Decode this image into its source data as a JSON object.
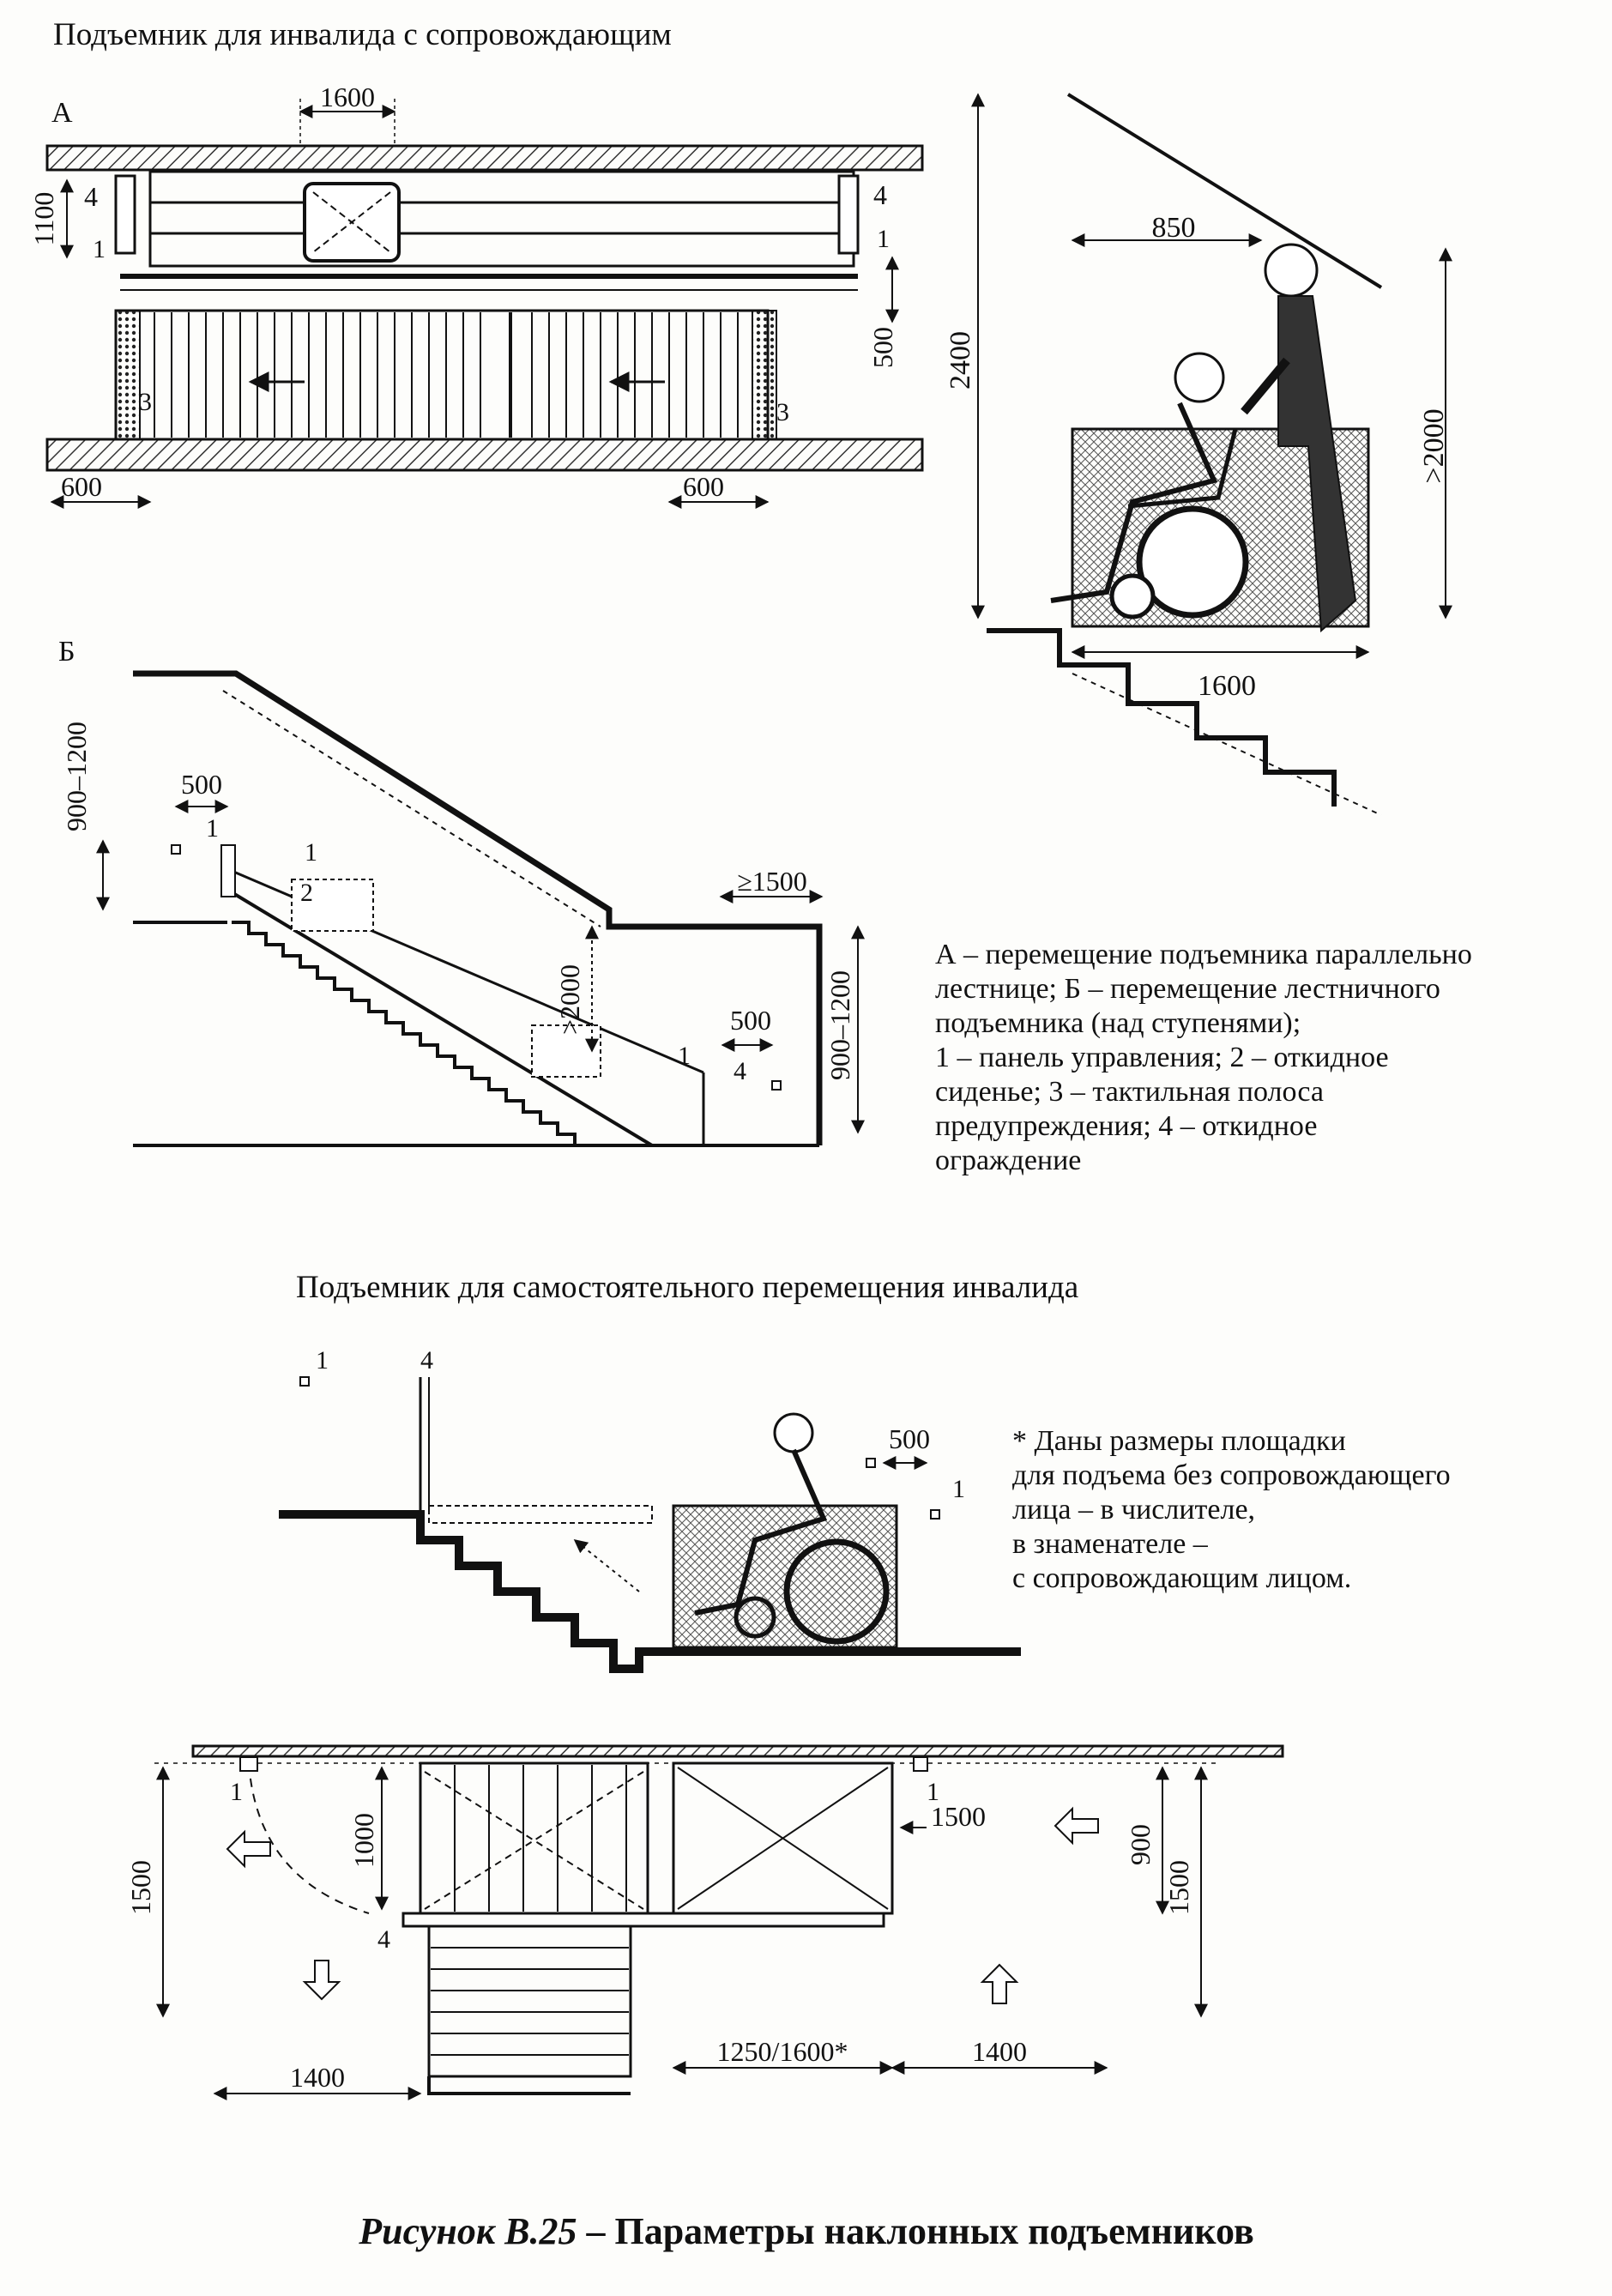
{
  "section1": {
    "title": "Подъемник для инвалида с сопровождающим",
    "plan_label": "А",
    "section_label": "Б"
  },
  "planA": {
    "dim_top": "1600",
    "dim_height": "1100",
    "dim_gap": "500",
    "dim_left": "600",
    "dim_right": "600",
    "mark_4": "4",
    "mark_1": "1",
    "mark_3": "3"
  },
  "sideView": {
    "dim_850": "850",
    "dim_2400": "2400",
    "dim_2000": ">2000",
    "dim_1600": "1600"
  },
  "sectionB": {
    "dim_900_1200_left": "900–1200",
    "dim_500_top": "500",
    "dim_1500": "≥1500",
    "dim_2000": ">2000",
    "dim_500_bottom": "500",
    "dim_900_1200_right": "900–1200",
    "mark_1": "1",
    "mark_2": "2",
    "mark_4": "4"
  },
  "legend": [
    "А – перемещение подъемника параллельно",
    "лестнице; Б – перемещение лестничного",
    "подъемника (над ступенями);",
    "1 – панель управления; 2 – откидное",
    "сиденье; 3 – тактильная полоса",
    "предупреждения; 4 – откидное",
    "ограждение"
  ],
  "section2": {
    "title": "Подъемник для самостоятельного перемещения инвалида"
  },
  "selfLift": {
    "mark_1_left": "1",
    "mark_4": "4",
    "dim_500": "500",
    "mark_1_right": "1"
  },
  "note": [
    "* Даны размеры площадки",
    "для подъема без сопровождающего",
    "лица – в числителе,",
    "в знаменателе –",
    "с сопровождающим лицом."
  ],
  "planBottom": {
    "mark_1_left": "1",
    "mark_1_right": "1",
    "mark_4": "4",
    "dim_1000": "1000",
    "dim_1500_left": "1500",
    "dim_1500_arrow": "1500",
    "dim_900": "900",
    "dim_1500_right": "1500",
    "dim_1400_left": "1400",
    "dim_1250_1600": "1250/1600*",
    "dim_1400_right": "1400"
  },
  "caption": {
    "figure": "Рисунок В.25",
    "dash": " – ",
    "text": "Параметры наклонных подъемников"
  }
}
